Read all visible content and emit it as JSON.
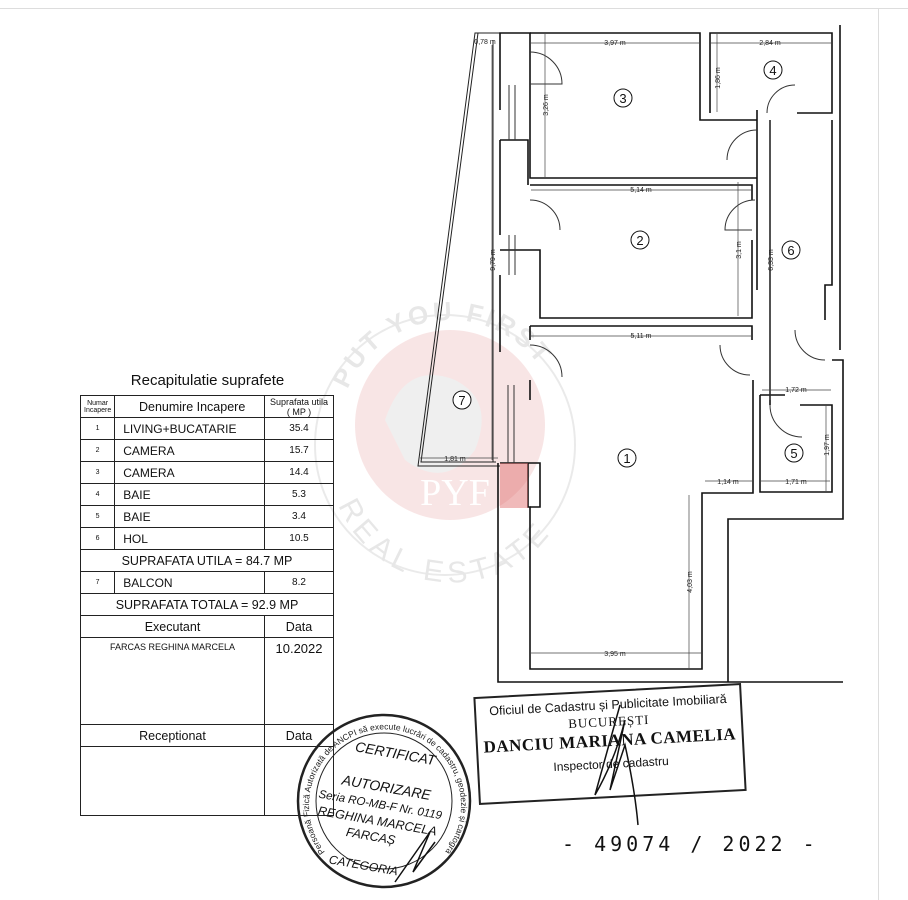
{
  "recap": {
    "title": "Recapitulatie suprafete",
    "headers": {
      "number": "Numar Incapere",
      "name": "Denumire Incapere",
      "area": "Suprafata utila ( MP )"
    },
    "rows": [
      {
        "num": "1",
        "name": "LIVING+BUCATARIE",
        "area": "35.4"
      },
      {
        "num": "2",
        "name": "CAMERA",
        "area": "15.7"
      },
      {
        "num": "3",
        "name": "CAMERA",
        "area": "14.4"
      },
      {
        "num": "4",
        "name": "BAIE",
        "area": "5.3"
      },
      {
        "num": "5",
        "name": "BAIE",
        "area": "3.4"
      },
      {
        "num": "6",
        "name": "HOL",
        "area": "10.5"
      }
    ],
    "useful_total": "SUPRAFATA UTILA = 84.7 MP",
    "balcony": {
      "num": "7",
      "name": "BALCON",
      "area": "8.2"
    },
    "grand_total": "SUPRAFATA  TOTALA = 92.9 MP",
    "executant_label": "Executant",
    "date_label": "Data",
    "executant": "FARCAS REGHINA MARCELA",
    "date": "10.2022",
    "receptionat_label": "Receptionat",
    "date_label2": "Data"
  },
  "plan": {
    "rooms": [
      "1",
      "2",
      "3",
      "4",
      "5",
      "6",
      "7"
    ],
    "dims": {
      "d078": "0,78 m",
      "d397": "3,97 m",
      "d284": "2,84 m",
      "d186": "1,86 m",
      "d326": "3,26 m",
      "d514": "5,14 m",
      "d31": "3,1 m",
      "d633": "6,33 m",
      "d979": "9,79 m",
      "d511": "5,11 m",
      "d172": "1,72 m",
      "d197": "1,97 m",
      "d181": "1,81 m",
      "d114": "1,14 m",
      "d171": "1,71 m",
      "d403": "4,03 m",
      "d395": "3,95 m"
    }
  },
  "watermark": {
    "top": "PUT YOU FIRST",
    "logo": "PYF",
    "bottom": "REAL ESTATE"
  },
  "stamp_certificat": {
    "ring": "Persoană Fizică Autorizată de ANCPI să execute lucrări de cadastru, geodezie și cartografie",
    "line1": "CERTIFICAT",
    "line2": "AUTORIZARE",
    "line3": "Seria RO-MB-F Nr. 0119",
    "line4": "REGHINA MARCELA",
    "line5": "FARCAȘ",
    "line6": "CATEGORIA"
  },
  "stamp_ocpi": {
    "line1": "Oficiul de Cadastru și Publicitate Imobiliară",
    "line2": "BUCUREȘTI",
    "line3": "DANCIU MARIANA CAMELIA",
    "line4": "Inspector de cadastru"
  },
  "registration_number": "- 49074 / 2022 -"
}
